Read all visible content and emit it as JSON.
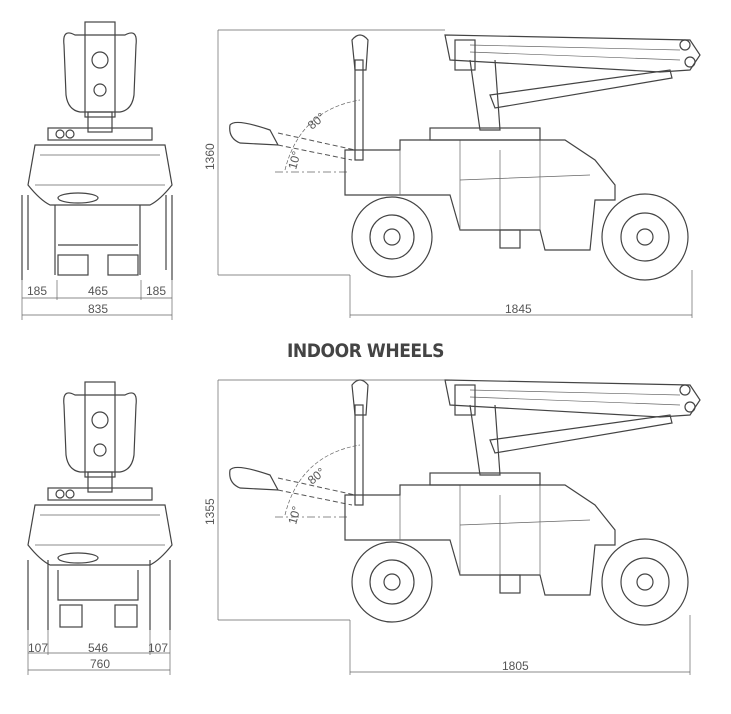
{
  "section_title": "INDOOR WHEELS",
  "top": {
    "front_view": {
      "left_track": "185",
      "center": "465",
      "right_track": "185",
      "total_width": "835"
    },
    "side_view": {
      "height": "1360",
      "length": "1845",
      "angle_up": "80°",
      "angle_down": "10°"
    }
  },
  "bottom": {
    "front_view": {
      "left_track": "107",
      "center": "546",
      "right_track": "107",
      "total_width": "760"
    },
    "side_view": {
      "height": "1355",
      "length": "1805",
      "angle_up": "80°",
      "angle_down": "10°"
    }
  }
}
